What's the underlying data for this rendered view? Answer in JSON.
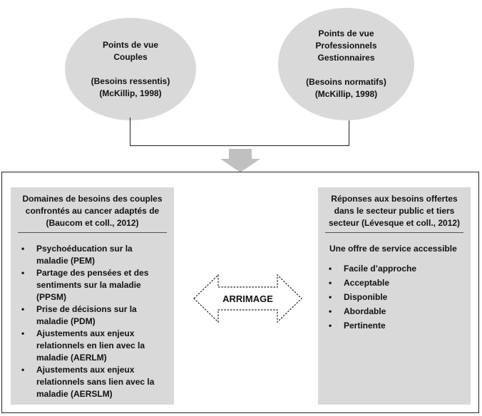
{
  "couples": {
    "title_lines": [
      "Points de vue",
      "Couples"
    ],
    "needs": "(Besoins ressentis)",
    "ref": "(McKillip, 1998)"
  },
  "professionals": {
    "title_lines": [
      "Points de vue",
      "Professionnels",
      "Gestionnaires"
    ],
    "needs": "(Besoins normatifs)",
    "ref": "(McKillip, 1998)"
  },
  "left_panel": {
    "heading_lines": [
      "Domaines de besoins des couples",
      "confrontés au cancer adaptés de",
      "(Baucom et coll., 2012)"
    ],
    "items": [
      [
        "Psychoéducation sur la",
        "maladie (PEM)"
      ],
      [
        "Partage des pensées et des",
        "sentiments sur la maladie",
        "(PPSM)"
      ],
      [
        "Prise de décisions sur la",
        "maladie (PDM)"
      ],
      [
        "Ajustements aux enjeux",
        "relationnels en lien avec la",
        "maladie (AERLM)"
      ],
      [
        "Ajustements aux enjeux",
        "relationnels sans lien avec la",
        "maladie (AERSLM)"
      ]
    ]
  },
  "right_panel": {
    "heading_lines": [
      "Réponses aux besoins offertes",
      "dans le secteur public et tiers",
      "secteur (Lévesque et coll., 2012)"
    ],
    "offer_title": "Une offre de service accessible",
    "items": [
      "Facile d’approche",
      "Acceptable",
      "Disponible",
      "Abordable",
      "Pertinente"
    ]
  },
  "center_label": "ARRIMAGE",
  "colors": {
    "fill": "#d9d9d9",
    "line": "#222222",
    "arrow_fill": "#c0c0c0"
  }
}
